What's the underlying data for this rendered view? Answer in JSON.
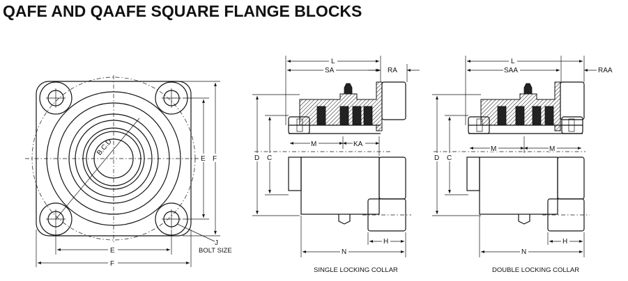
{
  "title": "QAFE AND QAAFE SQUARE FLANGE BLOCKS",
  "front_view": {
    "bco_label": "B.C.D",
    "e_vertical": "E",
    "f_vertical": "F",
    "e_horizontal": "E",
    "f_horizontal": "F",
    "j_label": "J",
    "bolt_size_label": "BOLT SIZE"
  },
  "single_view": {
    "l_label": "L",
    "sa_label": "SA",
    "ra_label": "RA",
    "m_label": "M",
    "ka_label": "KA",
    "d_label": "D",
    "c_label": "C",
    "n_label": "N",
    "h_label": "H",
    "caption": "SINGLE LOCKING COLLAR"
  },
  "double_view": {
    "l_label": "L",
    "saa_label": "SAA",
    "raa_label": "RAA",
    "m_left_label": "M",
    "m_right_label": "M",
    "d_label": "D",
    "c_label": "C",
    "n_label": "N",
    "h_label": "H",
    "caption": "DOUBLE LOCKING COLLAR"
  }
}
